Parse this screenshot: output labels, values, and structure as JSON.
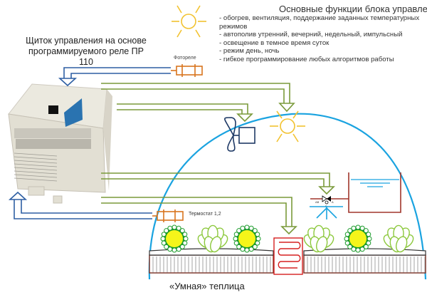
{
  "functions": {
    "title": "Основные функции блока управления:",
    "items": [
      "- обогрев, вентиляция, поддержание заданных температурных режимов",
      "- автополив утренний, вечерний, недельный, импульсный",
      "- освещение в темное время суток",
      "- режим день, ночь",
      "- гибкое программирование любых алгоритмов работы"
    ]
  },
  "panel": {
    "title_line1": "Щиток управления на основе",
    "title_line2": "программируемого реле ПР 110"
  },
  "sensors": {
    "photo_relay": "Фотореле",
    "thermostat": "Термостат 1,2"
  },
  "valve": {
    "port_ab": "AB",
    "port_a": "A",
    "port_b": "B"
  },
  "greenhouse": {
    "title": "«Умная» теплица"
  },
  "colors": {
    "signal_in": "#2e5fa3",
    "signal_out": "#7a9a3a",
    "sensor": "#d9741e",
    "sun": "#f2c230",
    "greenhouse_arc": "#1aa3e0",
    "heater": "#d62020",
    "soil": "#7a2f22",
    "plant_light": "#8cc83c",
    "plant_dark": "#1a9a2a",
    "flower": "#f5f51a"
  }
}
